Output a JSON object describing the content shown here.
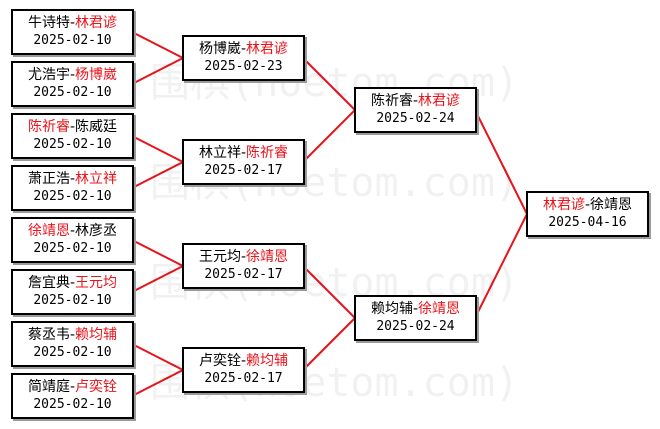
{
  "colors": {
    "winner": "#e8141c",
    "text": "#000000",
    "connector": "#e8141c",
    "border": "#000000"
  },
  "matches": [
    {
      "id": "r1m1",
      "p1": "牛诗特",
      "p2": "林君谚",
      "winner": 2,
      "date": "2025-02-10"
    },
    {
      "id": "r1m2",
      "p1": "尤浩宇",
      "p2": "杨博崴",
      "winner": 2,
      "date": "2025-02-10"
    },
    {
      "id": "r1m3",
      "p1": "陈祈睿",
      "p2": "陈威廷",
      "winner": 1,
      "date": "2025-02-10"
    },
    {
      "id": "r1m4",
      "p1": "萧正浩",
      "p2": "林立祥",
      "winner": 2,
      "date": "2025-02-10"
    },
    {
      "id": "r1m5",
      "p1": "徐靖恩",
      "p2": "林彦丞",
      "winner": 1,
      "date": "2025-02-10"
    },
    {
      "id": "r1m6",
      "p1": "詹宜典",
      "p2": "王元均",
      "winner": 2,
      "date": "2025-02-10"
    },
    {
      "id": "r1m7",
      "p1": "蔡丞韦",
      "p2": "赖均辅",
      "winner": 2,
      "date": "2025-02-10"
    },
    {
      "id": "r1m8",
      "p1": "简靖庭",
      "p2": "卢奕铨",
      "winner": 2,
      "date": "2025-02-10"
    },
    {
      "id": "r2m1",
      "p1": "杨博崴",
      "p2": "林君谚",
      "winner": 2,
      "date": "2025-02-23"
    },
    {
      "id": "r2m2",
      "p1": "林立祥",
      "p2": "陈祈睿",
      "winner": 2,
      "date": "2025-02-17"
    },
    {
      "id": "r2m3",
      "p1": "王元均",
      "p2": "徐靖恩",
      "winner": 2,
      "date": "2025-02-17"
    },
    {
      "id": "r2m4",
      "p1": "卢奕铨",
      "p2": "赖均辅",
      "winner": 2,
      "date": "2025-02-17"
    },
    {
      "id": "r3m1",
      "p1": "陈祈睿",
      "p2": "林君谚",
      "winner": 2,
      "date": "2025-02-24"
    },
    {
      "id": "r3m2",
      "p1": "赖均辅",
      "p2": "徐靖恩",
      "winner": 2,
      "date": "2025-02-24"
    },
    {
      "id": "final",
      "p1": "林君谚",
      "p2": "徐靖恩",
      "winner": 1,
      "date": "2025-04-16"
    }
  ],
  "watermark": "围棋(hoetom.com)"
}
